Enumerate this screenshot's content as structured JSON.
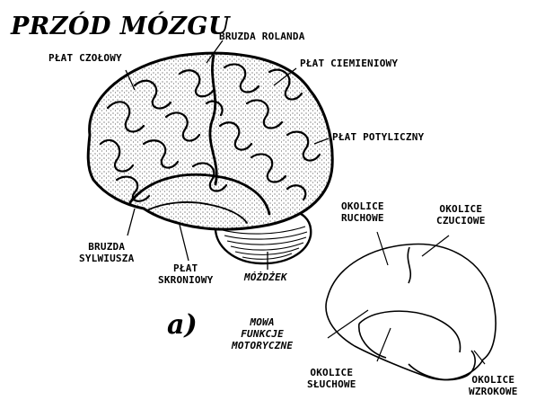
{
  "title": "PRZÓD MÓZGU",
  "panel_label": "a)",
  "labels": {
    "bruzda_rolanda": "BRUZDA ROLANDA",
    "plat_czolowy": "PŁAT CZOŁOWY",
    "plat_ciemieniowy": "PŁAT CIEMIENIOWY",
    "plat_potyliczny": "PŁAT POTYLICZNY",
    "bruzda_sylwiusza": [
      "BRUZDA",
      "SYLWIUSZA"
    ],
    "plat_skroniowy": [
      "PŁAT",
      "SKRONIOWY"
    ],
    "mozdzek": "MÓŻDŻEK",
    "okolice_ruchowe": [
      "OKOLICE",
      "RUCHOWE"
    ],
    "okolice_czuciowe": [
      "OKOLICE",
      "CZUCIOWE"
    ],
    "mowa": [
      "MOWA",
      "FUNKCJE",
      "MOTORYCZNE"
    ],
    "okolice_sluchowe": [
      "OKOLICE",
      "SŁUCHOWE"
    ],
    "okolice_wzrokowe": [
      "OKOLICE",
      "WZROKOWE"
    ]
  }
}
